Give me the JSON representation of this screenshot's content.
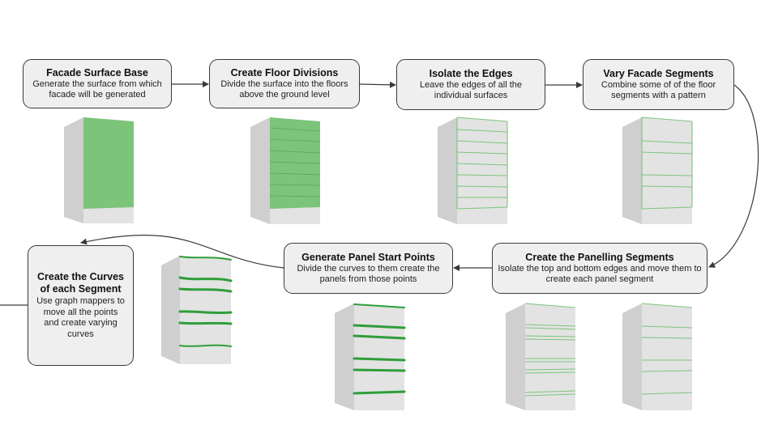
{
  "steps": [
    {
      "title": "Facade Surface Base",
      "desc": "Generate the surface from which facade will be generated"
    },
    {
      "title": "Create Floor Divisions",
      "desc": "Divide the surface into the floors above the ground level"
    },
    {
      "title": "Isolate the Edges",
      "desc": "Leave the edges of all the individual surfaces"
    },
    {
      "title": "Vary Facade Segments",
      "desc": "Combine some of of the floor segments with a pattern"
    },
    {
      "title": "Create the Panelling Segments",
      "desc": "Isolate the top and bottom edges and move them to create each panel segment"
    },
    {
      "title": "Generate Panel Start Points",
      "desc": "Divide the curves to them create the panels from those points"
    },
    {
      "title": "Create the Curves of each Segment",
      "desc": "Use graph mappers to move all the points and create varying curves"
    }
  ],
  "colors": {
    "accent": "#7cc47a",
    "line": "#3a3a3a",
    "box_fill": "#efefef",
    "building": "#dcdcdc"
  }
}
